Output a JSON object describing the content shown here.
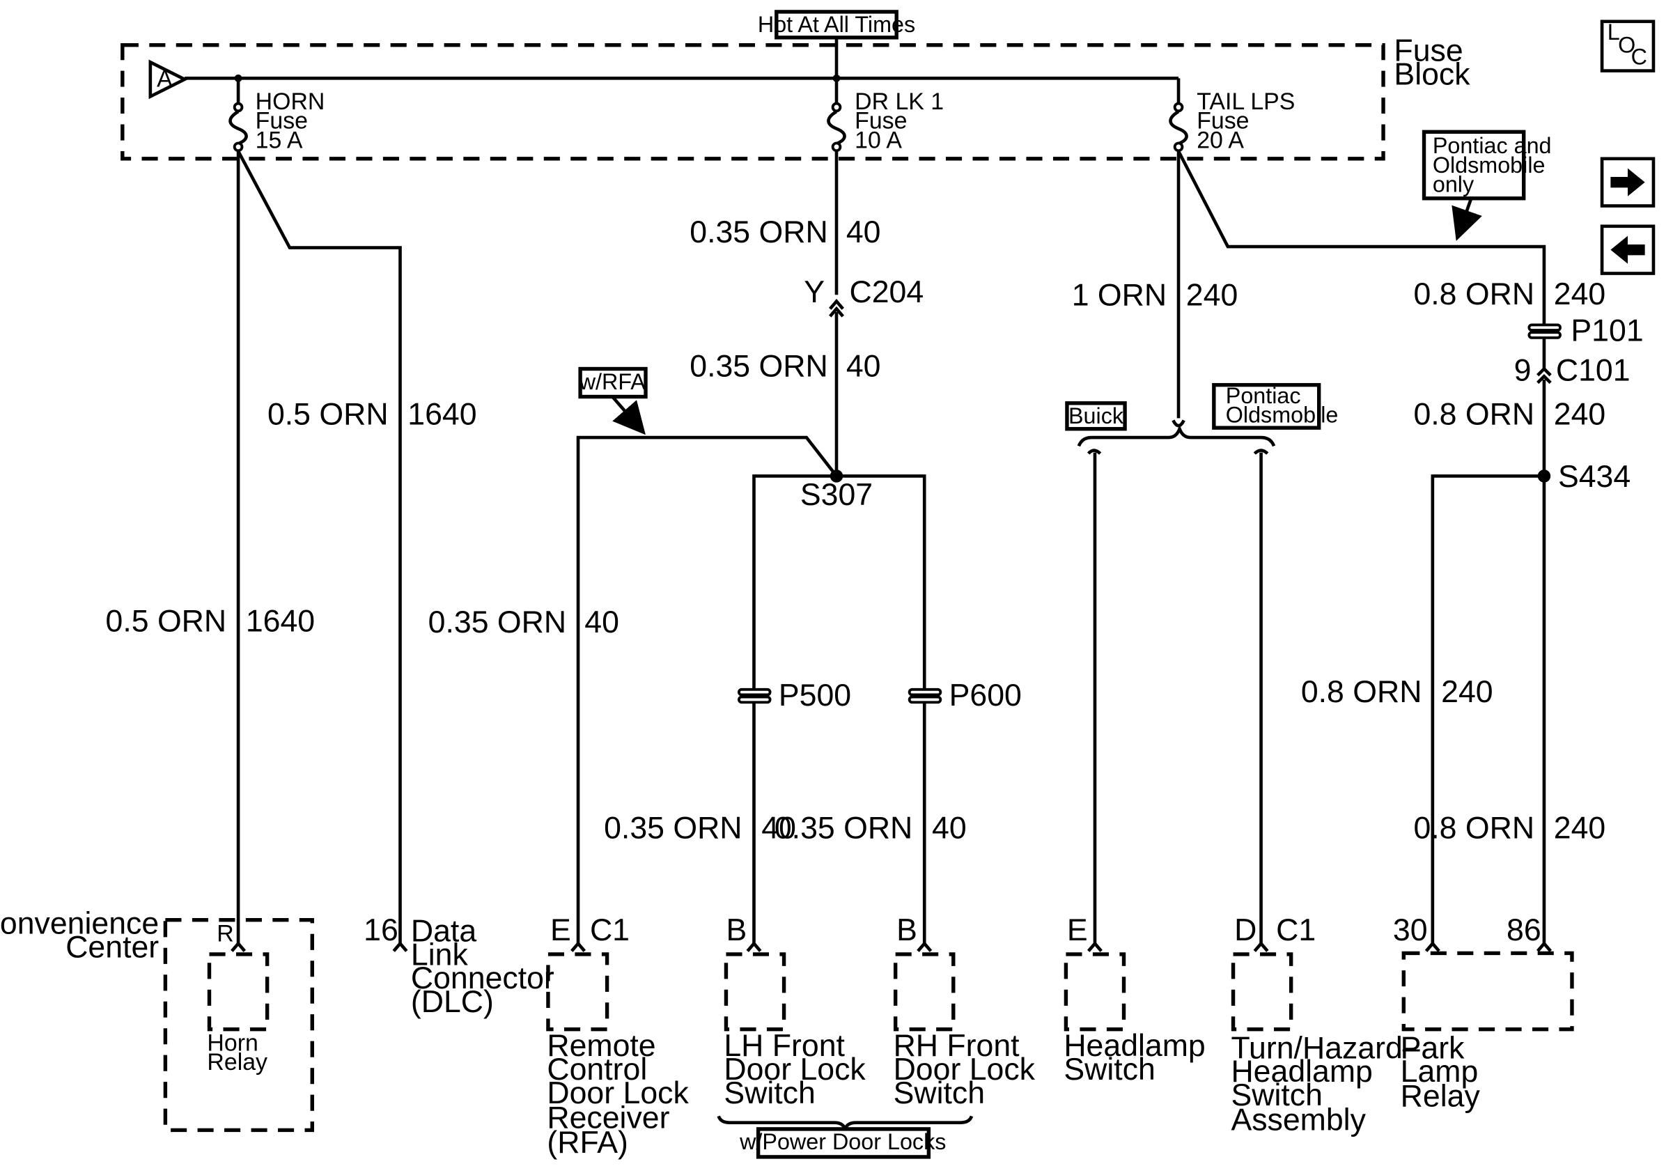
{
  "hot_at_all_times": "Hot At All Times",
  "fuse_block": {
    "line1": "Fuse",
    "line2": "Block",
    "connector": "A"
  },
  "loc_icon": {
    "l": "L",
    "o": "O",
    "c": "C"
  },
  "nav": {
    "forward": "arrow-right-icon",
    "back": "arrow-left-icon"
  },
  "fuses": {
    "horn": {
      "name": "HORN",
      "type": "Fuse",
      "rating": "15 A"
    },
    "drlk": {
      "name": "DR LK 1",
      "type": "Fuse",
      "rating": "10 A"
    },
    "taillps": {
      "name": "TAIL LPS",
      "type": "Fuse",
      "rating": "20 A"
    }
  },
  "notes": {
    "pontiac_olds_only": [
      "Pontiac and",
      "Oldsmobile",
      "only"
    ],
    "wrfa": "w/RFA",
    "buick": "Buick",
    "pontiac_olds": [
      "Pontiac",
      "Oldsmobile"
    ],
    "power_door_locks": "w/Power Door Locks"
  },
  "wires": {
    "horn_upper": {
      "size": "0.5 ORN",
      "circuit": "1640"
    },
    "horn_lower": {
      "size": "0.5 ORN",
      "circuit": "1640"
    },
    "drlk_a": {
      "size": "0.35 ORN",
      "circuit": "40"
    },
    "drlk_b": {
      "size": "0.35 ORN",
      "circuit": "40"
    },
    "rfa": {
      "size": "0.35 ORN",
      "circuit": "40"
    },
    "lh": {
      "size": "0.35 ORN",
      "circuit": "40"
    },
    "rh": {
      "size": "0.35 ORN",
      "circuit": "40"
    },
    "tail_a": {
      "size": "1 ORN",
      "circuit": "240"
    },
    "park_a": {
      "size": "0.8 ORN",
      "circuit": "240"
    },
    "park_b": {
      "size": "0.8 ORN",
      "circuit": "240"
    },
    "park_30": {
      "size": "0.8 ORN",
      "circuit": "240"
    },
    "park_86": {
      "size": "0.8 ORN",
      "circuit": "240"
    }
  },
  "connectors": {
    "c204": {
      "pin": "Y",
      "name": "C204"
    },
    "s307": "S307",
    "p500": "P500",
    "p600": "P600",
    "p101": "P101",
    "c101": {
      "pin": "9",
      "name": "C101"
    },
    "s434": "S434"
  },
  "components": {
    "convenience_center": {
      "label": [
        "Convenience",
        "Center"
      ],
      "pin": "R",
      "relay": [
        "Horn",
        "Relay"
      ]
    },
    "dlc": {
      "pin": "16",
      "label": [
        "Data",
        "Link",
        "Connector",
        "(DLC)"
      ]
    },
    "rfa": {
      "pin": "E",
      "conn": "C1",
      "label": [
        "Remote",
        "Control",
        "Door Lock",
        "Receiver",
        "(RFA)"
      ]
    },
    "lh": {
      "pin": "B",
      "label": [
        "LH Front",
        "Door Lock",
        "Switch"
      ]
    },
    "rh": {
      "pin": "B",
      "label": [
        "RH Front",
        "Door Lock",
        "Switch"
      ]
    },
    "headlamp": {
      "pin": "E",
      "label": [
        "Headlamp",
        "Switch"
      ]
    },
    "turn": {
      "pin": "D",
      "conn": "C1",
      "label": [
        "Turn/Hazard–",
        "Headlamp",
        "Switch",
        "Assembly"
      ]
    },
    "park": {
      "pin30": "30",
      "pin86": "86",
      "label": [
        "Park",
        "Lamp",
        "Relay"
      ]
    }
  }
}
